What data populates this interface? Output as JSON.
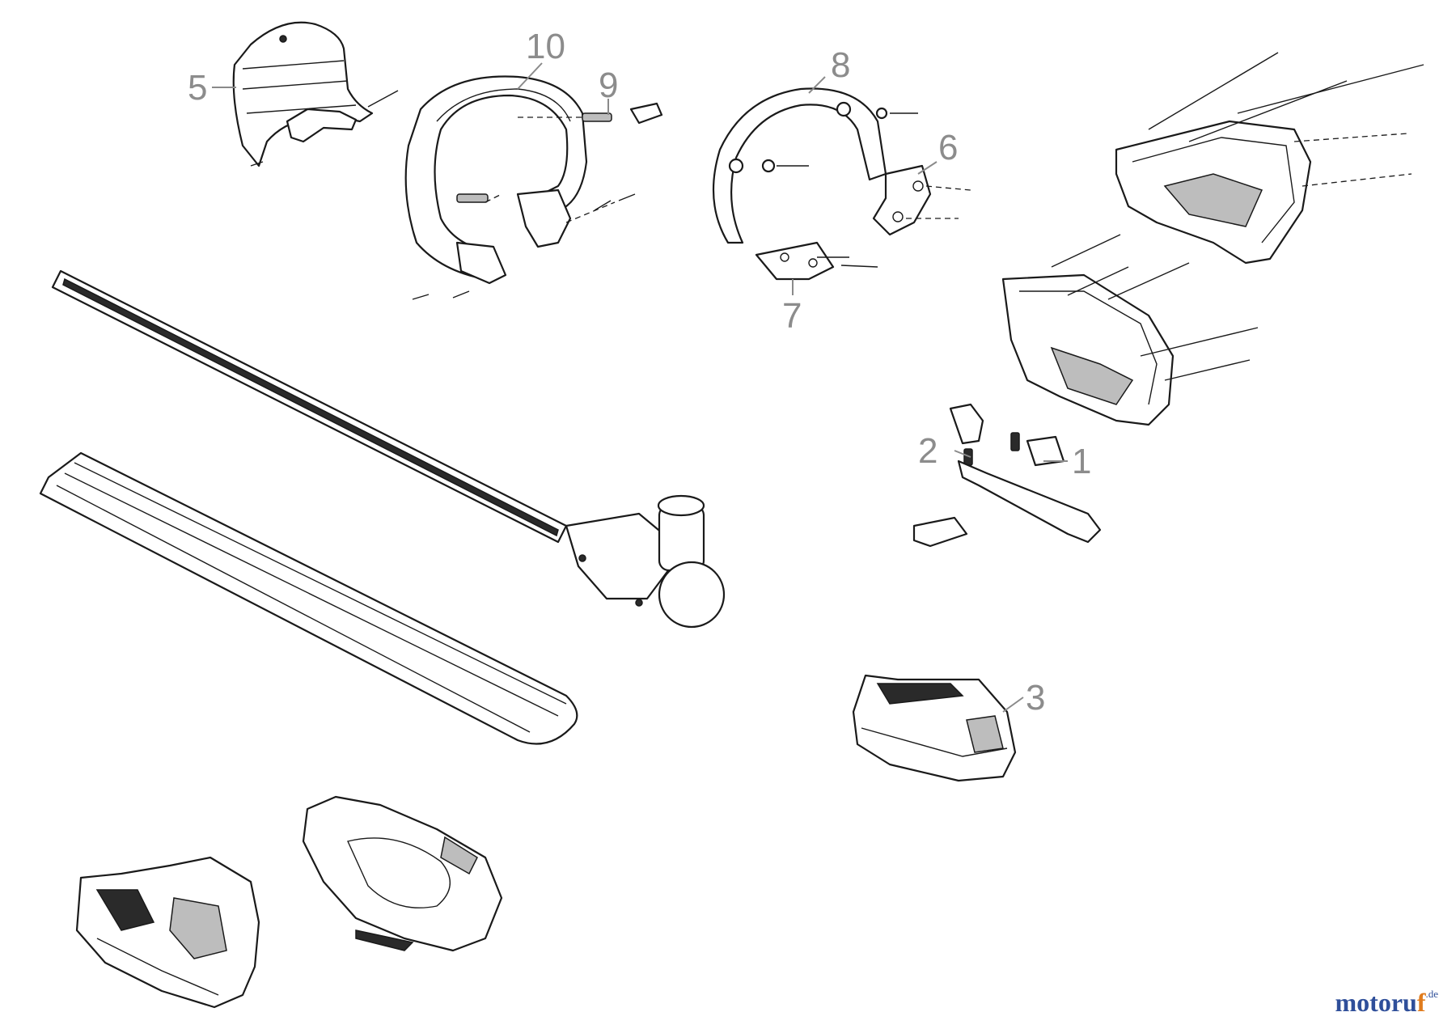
{
  "callouts": [
    {
      "id": "1",
      "text": "1"
    },
    {
      "id": "2",
      "text": "2"
    },
    {
      "id": "3",
      "text": "3"
    },
    {
      "id": "5",
      "text": "5"
    },
    {
      "id": "6",
      "text": "6"
    },
    {
      "id": "7",
      "text": "7"
    },
    {
      "id": "8",
      "text": "8"
    },
    {
      "id": "9",
      "text": "9"
    },
    {
      "id": "10",
      "text": "10"
    }
  ],
  "watermark": {
    "name_a": "motoru",
    "name_b": "f",
    "tld": ".de"
  },
  "colors": {
    "line": "#1a1a1a",
    "label": "#8c8c8c",
    "brand_blue": "#2f4f9a",
    "brand_orange": "#e07b1c"
  }
}
